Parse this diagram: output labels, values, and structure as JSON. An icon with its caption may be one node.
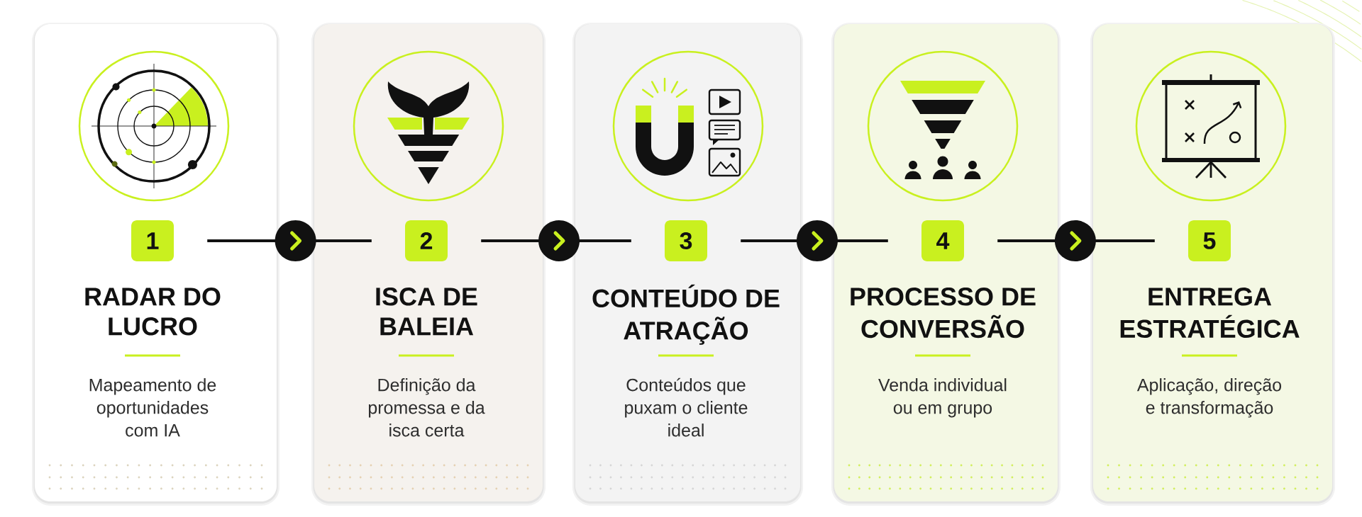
{
  "diagram": {
    "nodes": [
      {
        "text": [
          "RADAR DO LUCRO",
          "Mapeamento de oportunidades com IA"
        ]
      },
      {
        "text": [
          "1"
        ],
        "in": 0
      },
      {
        "text": [
          "ISCA DE BALEIA",
          "Definição da promessa e da isca certa"
        ]
      },
      {
        "text": [
          "2"
        ],
        "in": 2
      },
      {
        "text": [
          "CONTEÚDO DE ATRAÇÃO",
          "Conteúdos que puxam o cliente ideal"
        ]
      },
      {
        "text": [
          "3"
        ],
        "in": 4
      },
      {
        "text": [
          "PROCESSO DE CONVERSÃO",
          "Venda individual ou em grupo"
        ]
      },
      {
        "text": [
          "4"
        ],
        "in": 6
      },
      {
        "text": [
          "ENTREGA ESTRATÉGICA",
          "Aplicação, direção e transformação"
        ]
      },
      {
        "text": [
          "5"
        ],
        "in": 8
      }
    ],
    "edges": [
      {
        "from": 1,
        "to": 3,
        "arrow": "to"
      },
      {
        "from": 3,
        "to": 5,
        "arrow": "to"
      },
      {
        "from": 5,
        "to": 7,
        "arrow": "to"
      },
      {
        "from": 7,
        "to": 9,
        "arrow": "to"
      }
    ]
  }
}
